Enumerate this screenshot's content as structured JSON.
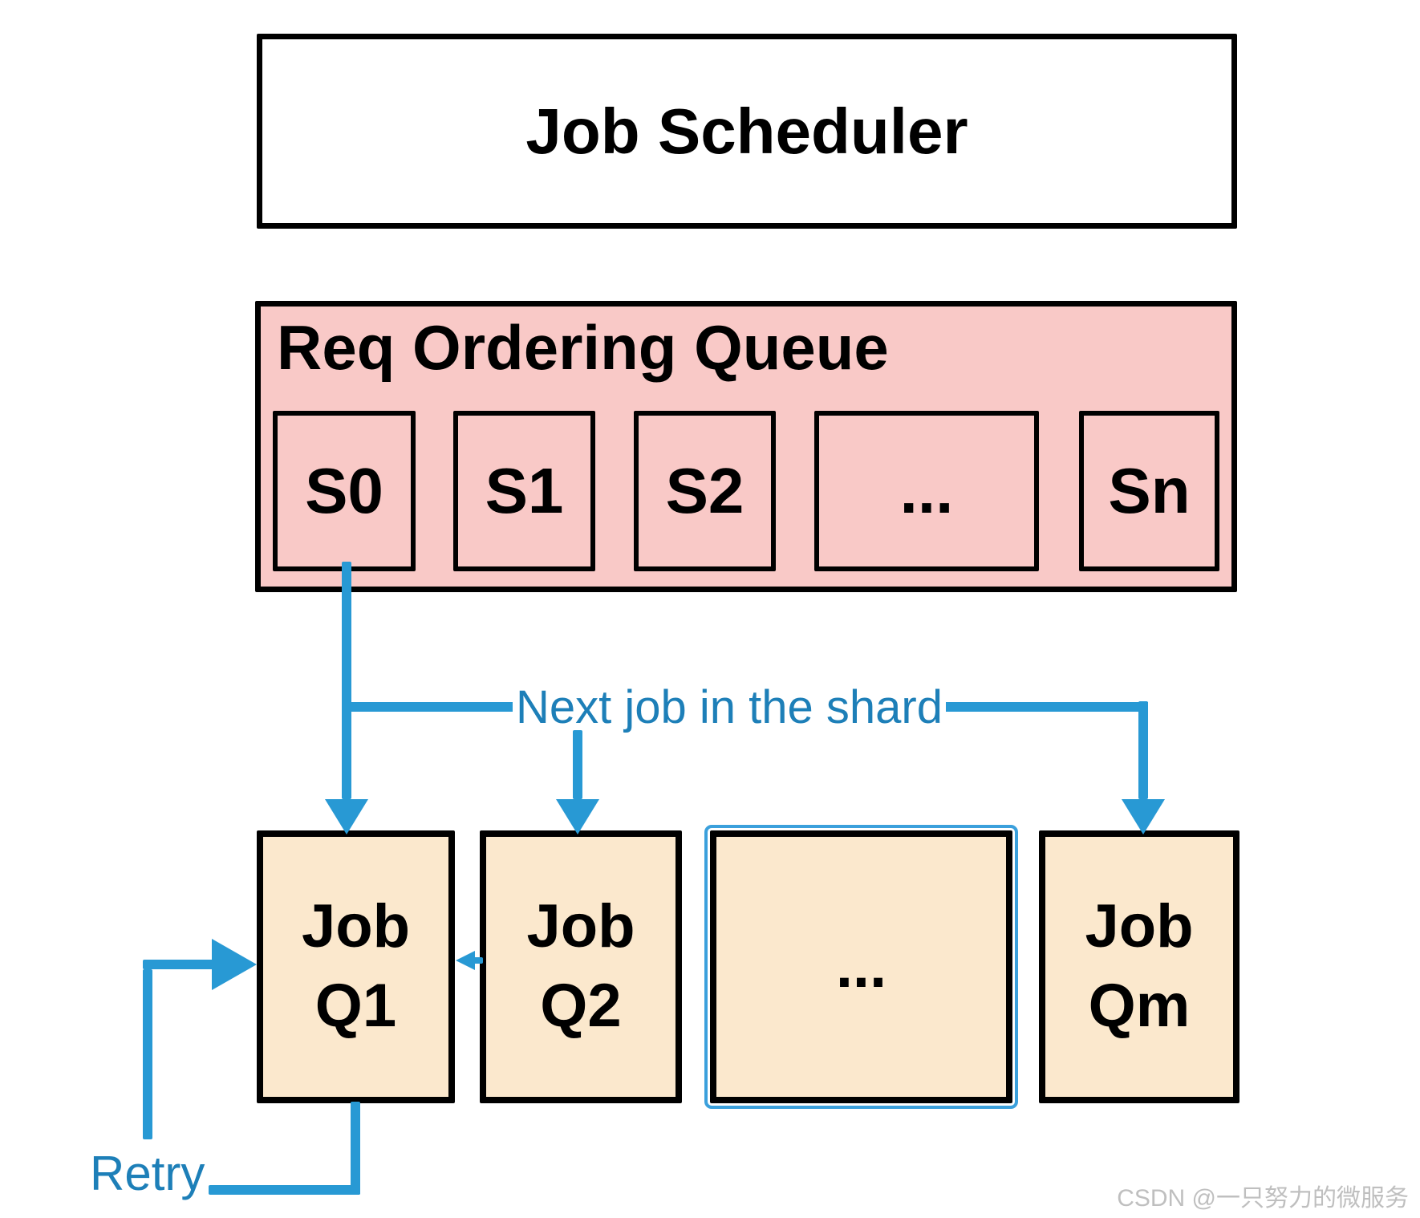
{
  "scheduler": {
    "label": "Job Scheduler"
  },
  "ordering_queue": {
    "label": "Req Ordering Queue",
    "shards": [
      "S0",
      "S1",
      "S2",
      "...",
      "Sn"
    ]
  },
  "job_queues": [
    {
      "label": "Job\nQ1"
    },
    {
      "label": "Job\nQ2"
    },
    {
      "label": "..."
    },
    {
      "label": "Job\nQm"
    }
  ],
  "annotations": {
    "next_job_label": "Next job in the shard",
    "retry_label": "Retry"
  },
  "watermark": "CSDN @一只努力的微服务",
  "colors": {
    "shard_fill": "#f9c9c7",
    "queue_fill": "#fbe8cd",
    "line_blue": "#2899d4",
    "text_blue": "#1d7fb8"
  }
}
